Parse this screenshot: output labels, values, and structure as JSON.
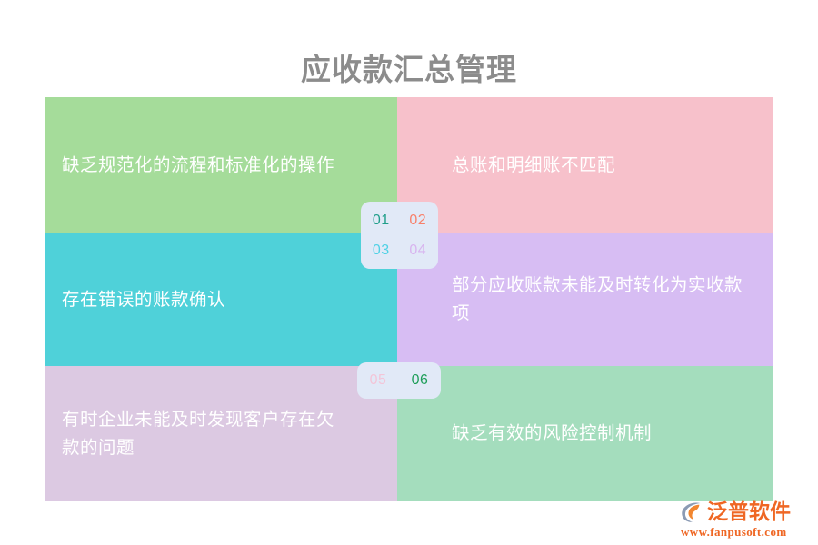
{
  "page": {
    "title": "应收款汇总管理",
    "title_color": "#8c8c8c",
    "background": "#ffffff"
  },
  "panels": [
    {
      "number": "01",
      "number_color": "#1f9e8a",
      "text": "缺乏规范化的流程和标准化的操作",
      "bg_color": "#a5dc9a",
      "side": "left",
      "row": 1
    },
    {
      "number": "02",
      "number_color": "#f8806a",
      "text": "总账和明细账不匹配",
      "bg_color": "#f7c1cb",
      "side": "right",
      "row": 1
    },
    {
      "number": "03",
      "number_color": "#4fd1e5",
      "text": "存在错误的账款确认",
      "bg_color": "#4fd1d9",
      "side": "left",
      "row": 2
    },
    {
      "number": "04",
      "number_color": "#d8b4ef",
      "text": "部分应收账款未能及时转化为实收款项",
      "bg_color": "#d7bdf3",
      "side": "right",
      "row": 2
    },
    {
      "number": "05",
      "number_color": "#f3c5d8",
      "text": "有时企业未能及时发现客户存在欠款的问题",
      "bg_color": "#dcc9e2",
      "side": "left",
      "row": 3
    },
    {
      "number": "06",
      "number_color": "#1f9e5a",
      "text": "缺乏有效的风险控制机制",
      "bg_color": "#a4ddbd",
      "side": "right",
      "row": 3
    }
  ],
  "badge_boxes": {
    "background": "#e1e9f7",
    "top": [
      "01",
      "02",
      "03",
      "04"
    ],
    "bottom": [
      "05",
      "06"
    ]
  },
  "brand": {
    "name": "泛普软件",
    "url": "www.fanpusoft.com",
    "color": "#ef6724",
    "mark_icon": "circular-swoosh-icon"
  }
}
